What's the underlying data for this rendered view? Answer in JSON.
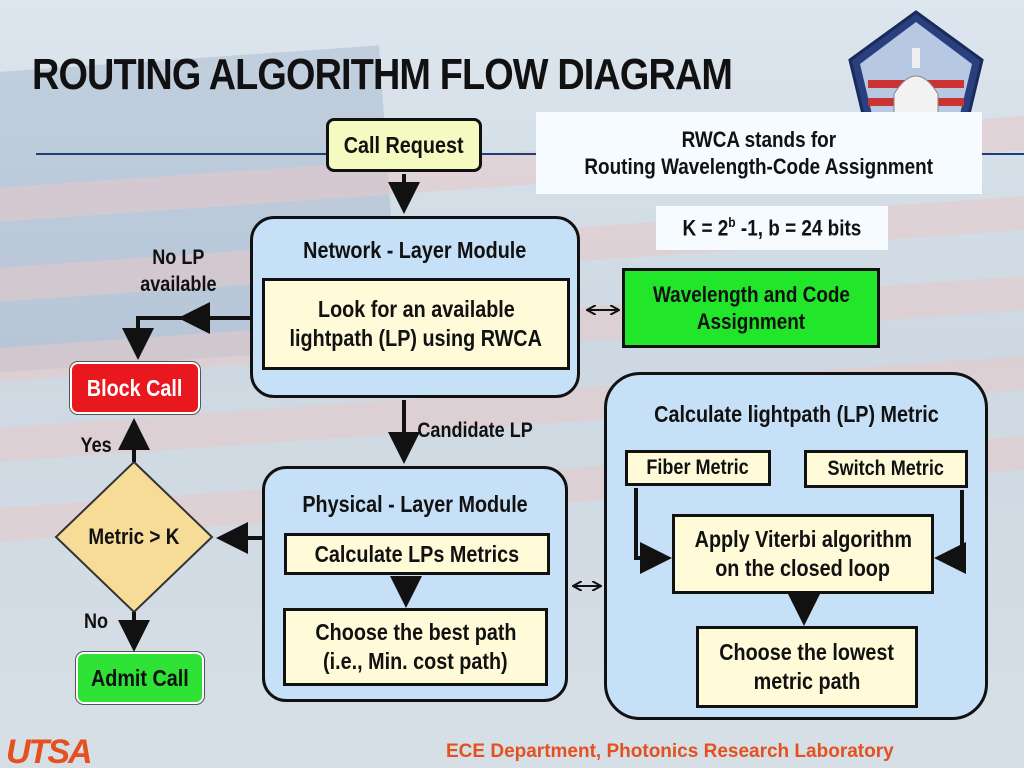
{
  "slide": {
    "title": "ROUTING ALGORITHM FLOW DIAGRAM",
    "footer": "ECE Department, Photonics Research Laboratory",
    "logo_text": "UTSA"
  },
  "notes": {
    "rwca_line1": "RWCA stands for",
    "rwca_line2": "Routing Wavelength-Code Assignment",
    "k_prefix": "K = 2",
    "k_exp": "b",
    "k_suffix": " -1, b = 24 bits"
  },
  "nodes": {
    "call_request": "Call Request",
    "network_module_title": "Network - Layer Module",
    "look_lp_line1": "Look for an available",
    "look_lp_line2": "lightpath (LP) using RWCA",
    "wavelength_line1": "Wavelength and Code",
    "wavelength_line2": "Assignment",
    "block_call": "Block Call",
    "metric_decision": "Metric > K",
    "admit_call": "Admit Call",
    "physical_module_title": "Physical - Layer Module",
    "calc_lps": "Calculate LPs Metrics",
    "best_path_line1": "Choose the best path",
    "best_path_line2": "(i.e., Min. cost path)",
    "lp_metric_title": "Calculate lightpath (LP) Metric",
    "fiber_metric": "Fiber Metric",
    "switch_metric": "Switch Metric",
    "viterbi_line1": "Apply Viterbi algorithm",
    "viterbi_line2": "on the closed loop",
    "lowest_line1": "Choose the lowest",
    "lowest_line2": "metric path"
  },
  "edge_labels": {
    "no_lp_line1": "No LP",
    "no_lp_line2": "available",
    "candidate_lp": "Candidate LP",
    "yes": "Yes",
    "no": "No"
  },
  "colors": {
    "module_fill": "#c6e0f8",
    "inner_fill": "#fffbd8",
    "call_request_fill": "#f4fac0",
    "block_call_fill": "#e8181e",
    "admit_call_fill": "#2ee236",
    "wavelength_fill": "#22e62a",
    "decision_fill": "#f7dc98",
    "footer_text": "#e4501e"
  }
}
